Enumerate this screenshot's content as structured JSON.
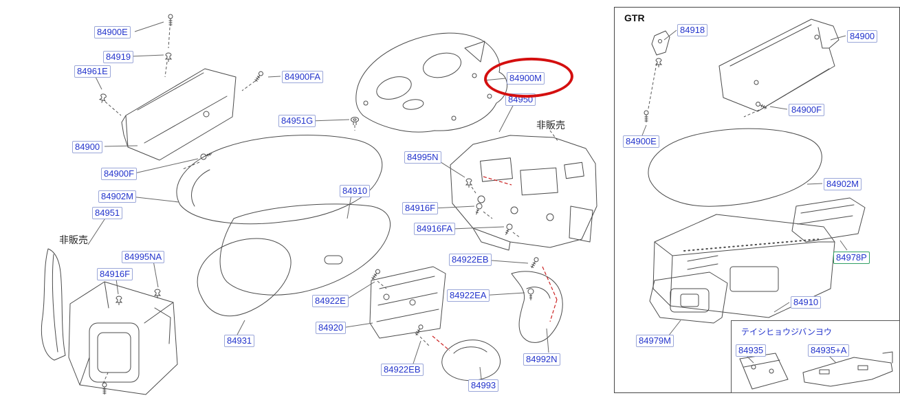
{
  "colors": {
    "label_text": "#2233cc",
    "label_border": "#9aa6d8",
    "special_border_green": "#2f9e63",
    "highlight_red": "#d40f0f",
    "line_art": "#4a4a4a"
  },
  "highlight": {
    "part": "84900M"
  },
  "main": {
    "not_sold_left": "非販売",
    "not_sold_right": "非販売",
    "labels": [
      {
        "text": "84900E"
      },
      {
        "text": "84919"
      },
      {
        "text": "84961E"
      },
      {
        "text": "84900FA"
      },
      {
        "text": "84951G"
      },
      {
        "text": "84900"
      },
      {
        "text": "84900F"
      },
      {
        "text": "84902M"
      },
      {
        "text": "84951"
      },
      {
        "text": "84995NA"
      },
      {
        "text": "84916F"
      },
      {
        "text": "84931"
      },
      {
        "text": "84910"
      },
      {
        "text": "84922E"
      },
      {
        "text": "84920"
      },
      {
        "text": "84922EB"
      },
      {
        "text": "84993"
      },
      {
        "text": "84995N"
      },
      {
        "text": "84916F"
      },
      {
        "text": "84916FA"
      },
      {
        "text": "84922EB"
      },
      {
        "text": "84922EA"
      },
      {
        "text": "84992N"
      },
      {
        "text": "84900M"
      },
      {
        "text": "84950"
      }
    ]
  },
  "gtr": {
    "title": "GTR",
    "note": "テイシヒョウジバンヨウ",
    "labels": [
      {
        "text": "84918"
      },
      {
        "text": "84900"
      },
      {
        "text": "84900F"
      },
      {
        "text": "84900E"
      },
      {
        "text": "84902M"
      },
      {
        "text": "84978P"
      },
      {
        "text": "84910"
      },
      {
        "text": "84979M"
      },
      {
        "text": "84935"
      },
      {
        "text": "84935+A"
      }
    ]
  }
}
